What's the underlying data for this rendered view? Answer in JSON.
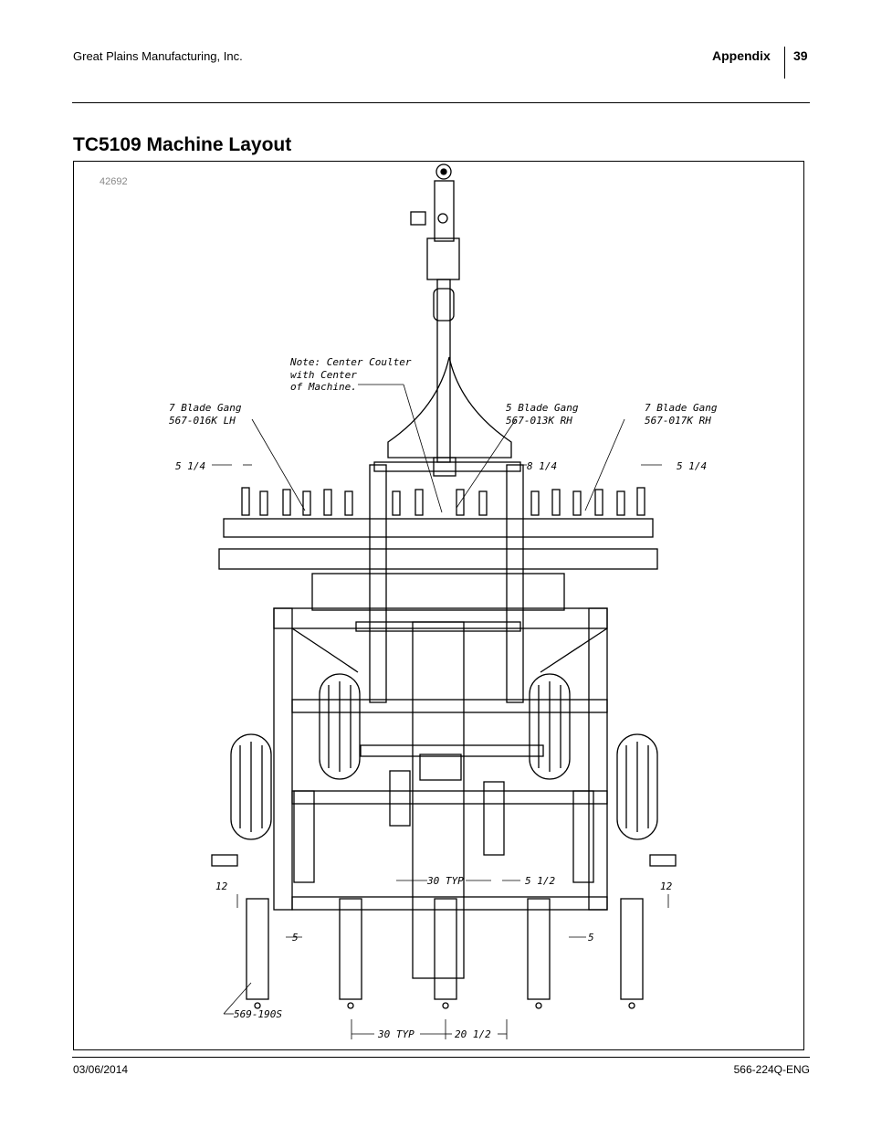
{
  "header": {
    "company": "Great Plains Manufacturing, Inc.",
    "section": "Appendix",
    "page_number": "39"
  },
  "title": "TC5109 Machine Layout",
  "figure": {
    "number": "42692",
    "labels": {
      "note": [
        "Note: Center Coulter",
        "with Center",
        "of Machine."
      ],
      "gang_left": [
        "7 Blade Gang",
        "567-016K LH"
      ],
      "gang_center": [
        "5 Blade Gang",
        "567-013K RH"
      ],
      "gang_right": [
        "7 Blade Gang",
        "567-017K RH"
      ],
      "dim_left_top": "5 1/4",
      "dim_center_top": "8 1/4",
      "dim_right_top": "5 1/4",
      "dim_left_12": "12",
      "dim_right_12": "12",
      "dim_30_typ_top": "30 TYP",
      "dim_5_half": "5 1/2",
      "dim_left_5": "5",
      "dim_right_5": "5",
      "part_shank": "569-190S",
      "dim_30_typ_bottom": "30 TYP",
      "dim_20_half": "20 1/2"
    }
  },
  "footer": {
    "date": "03/06/2014",
    "doc_number": "566-224Q-ENG"
  }
}
